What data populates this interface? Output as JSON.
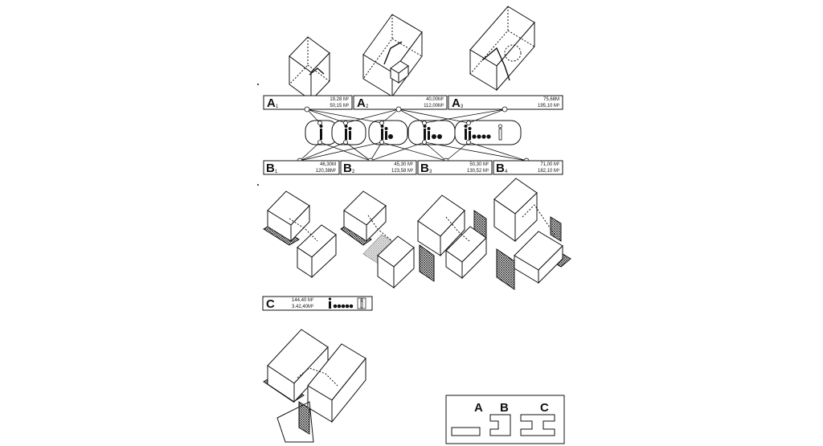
{
  "units_a": [
    {
      "letter": "A",
      "index": "1",
      "area": "19,28 M²",
      "volume": "50,15 M³"
    },
    {
      "letter": "A",
      "index": "2",
      "area": "40,00M²",
      "volume": "112,00M³"
    },
    {
      "letter": "A",
      "index": "3",
      "area": "75,68M",
      "volume": "195,10 M³"
    }
  ],
  "units_b": [
    {
      "letter": "B",
      "index": "1",
      "area": "46,30M",
      "volume": "120,38M²"
    },
    {
      "letter": "B",
      "index": "2",
      "area": "45,30 M²",
      "volume": "123,58 M³"
    },
    {
      "letter": "B",
      "index": "3",
      "area": "50,30 M²",
      "volume": "130,52 M³"
    },
    {
      "letter": "B",
      "index": "4",
      "area": "71,00 M²",
      "volume": "182,10 M³"
    }
  ],
  "unit_c": {
    "letter": "C",
    "area": "144,40 M²",
    "volume": "3.42,40M³"
  },
  "legend": {
    "label_a": "A",
    "label_b": "B",
    "label_c": "C"
  }
}
